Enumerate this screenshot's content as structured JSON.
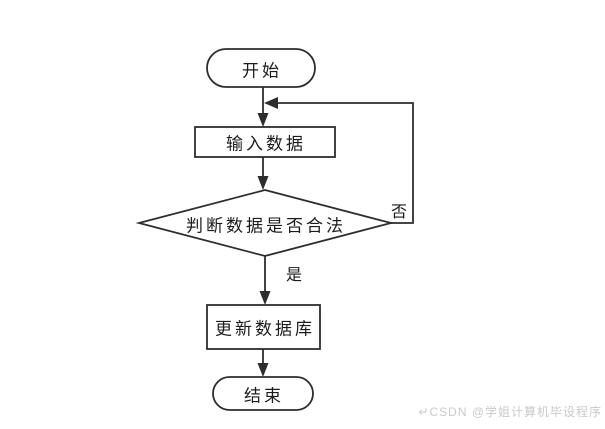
{
  "flowchart": {
    "nodes": {
      "start": {
        "label": "开始",
        "type": "terminator"
      },
      "input": {
        "label": "输入数据",
        "type": "process"
      },
      "decision": {
        "label": "判断数据是否合法",
        "type": "decision"
      },
      "update": {
        "label": "更新数据库",
        "type": "process"
      },
      "end": {
        "label": "结束",
        "type": "terminator"
      }
    },
    "branch_labels": {
      "yes": "是",
      "no": "否"
    },
    "colors": {
      "stroke": "#2d2d2d",
      "node_fill": "#ffffff",
      "text": "#1c1c1c"
    }
  },
  "watermark": {
    "text": "↵CSDN @学姐计算机毕设程序",
    "color": "#c9c9c9"
  }
}
